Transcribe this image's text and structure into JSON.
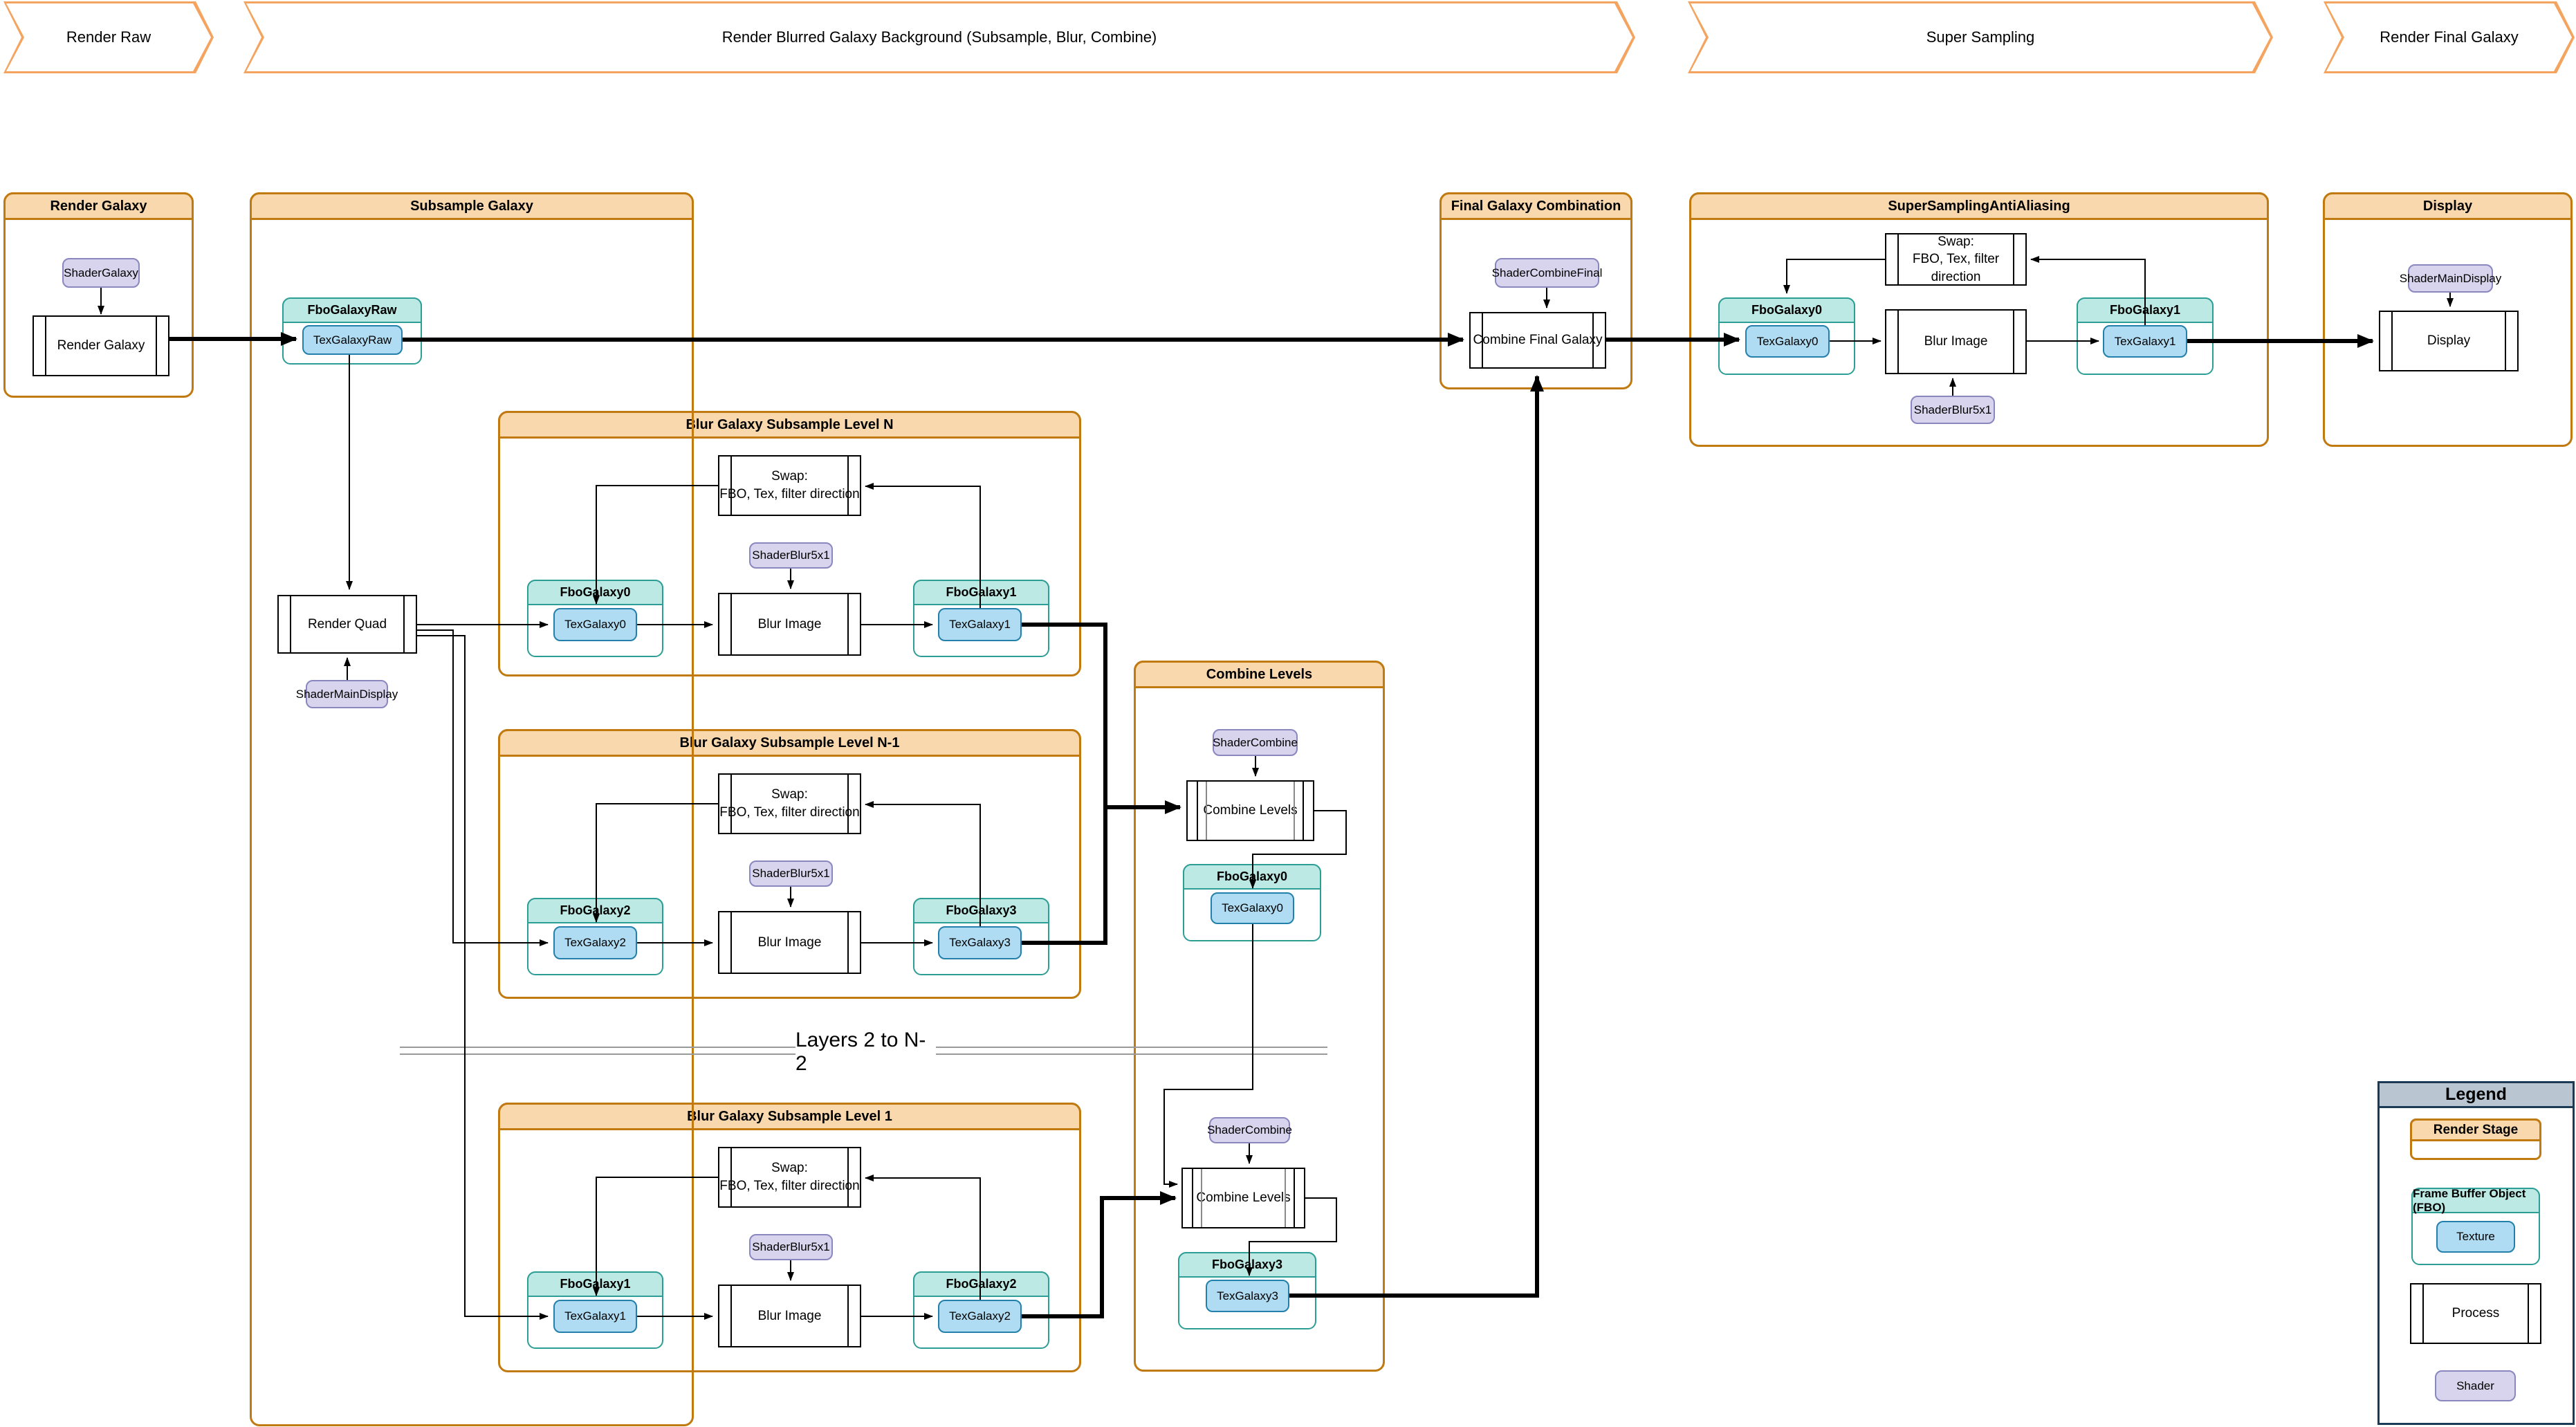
{
  "banners": {
    "render_raw": "Render Raw",
    "render_blurred": "Render Blurred Galaxy Background (Subsample, Blur, Combine)",
    "super_sampling": "Super Sampling",
    "render_final": "Render Final Galaxy"
  },
  "stages": {
    "render_galaxy": {
      "title": "Render Galaxy",
      "shader": "ShaderGalaxy",
      "process": "Render Galaxy"
    },
    "subsample_galaxy": {
      "title": "Subsample Galaxy",
      "fbo": "FboGalaxyRaw",
      "texture": "TexGalaxyRaw",
      "process": "Render Quad",
      "shader": "ShaderMainDisplay"
    },
    "blur_level_n": {
      "title": "Blur Galaxy Subsample Level N",
      "swap_line1": "Swap:",
      "swap_line2": "FBO, Tex, filter direction",
      "shader": "ShaderBlur5x1",
      "fbo_left": "FboGalaxy0",
      "tex_left": "TexGalaxy0",
      "process": "Blur Image",
      "fbo_right": "FboGalaxy1",
      "tex_right": "TexGalaxy1"
    },
    "blur_level_n1": {
      "title": "Blur Galaxy Subsample Level N-1",
      "swap_line1": "Swap:",
      "swap_line2": "FBO, Tex, filter direction",
      "shader": "ShaderBlur5x1",
      "fbo_left": "FboGalaxy2",
      "tex_left": "TexGalaxy2",
      "process": "Blur Image",
      "fbo_right": "FboGalaxy3",
      "tex_right": "TexGalaxy3"
    },
    "layers_divider": "Layers 2 to N-2",
    "blur_level_1": {
      "title": "Blur Galaxy Subsample Level 1",
      "swap_line1": "Swap:",
      "swap_line2": "FBO, Tex, filter direction",
      "shader": "ShaderBlur5x1",
      "fbo_left": "FboGalaxy1",
      "tex_left": "TexGalaxy1",
      "process": "Blur Image",
      "fbo_right": "FboGalaxy2",
      "tex_right": "TexGalaxy2"
    },
    "combine_levels": {
      "title": "Combine Levels",
      "shader_top": "ShaderCombine",
      "process_top": "Combine Levels",
      "fbo_top": "FboGalaxy0",
      "tex_top": "TexGalaxy0",
      "shader_bottom": "ShaderCombine",
      "process_bottom": "Combine Levels",
      "fbo_bottom": "FboGalaxy3",
      "tex_bottom": "TexGalaxy3"
    },
    "final_combination": {
      "title": "Final Galaxy Combination",
      "shader": "ShaderCombineFinal",
      "process": "Combine Final Galaxy"
    },
    "ssaa": {
      "title": "SuperSamplingAntiAliasing",
      "swap_line1": "Swap:",
      "swap_line2": "FBO, Tex, filter direction",
      "fbo_left": "FboGalaxy0",
      "tex_left": "TexGalaxy0",
      "process": "Blur Image",
      "fbo_right": "FboGalaxy1",
      "tex_right": "TexGalaxy1",
      "shader": "ShaderBlur5x1"
    },
    "display": {
      "title": "Display",
      "shader": "ShaderMainDisplay",
      "process": "Display"
    }
  },
  "legend": {
    "title": "Legend",
    "render_stage": "Render Stage",
    "fbo": "Frame Buffer Object (FBO)",
    "texture": "Texture",
    "process": "Process",
    "shader": "Shader"
  },
  "colors": {
    "stage_border": "#C07A10",
    "stage_header_fill": "#F9D8AE",
    "banner_border": "#F4A45F",
    "fbo_border": "#2D9E96",
    "fbo_header_fill": "#BCE9E3",
    "texture_fill": "#AFDCF2",
    "texture_border": "#2380AB",
    "shader_fill": "#D9D4ED",
    "shader_border": "#8987BE",
    "legend_border": "#1A3A55",
    "legend_header_fill": "#B9C6D2",
    "connector": "#000000"
  }
}
